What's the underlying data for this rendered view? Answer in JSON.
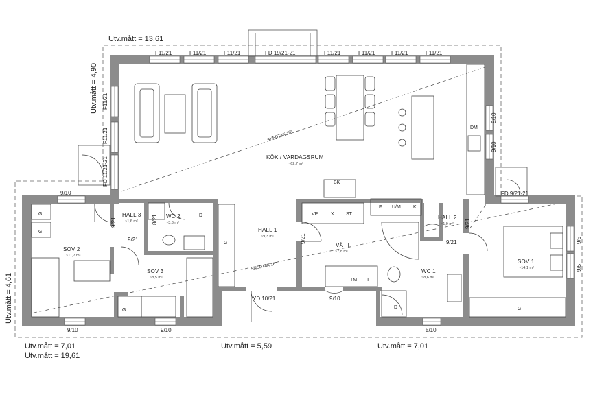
{
  "dimensions": {
    "top": "Utv.mått = 13,61",
    "left_upper": "Utv.mått = 4,90",
    "left_lower": "Utv.mått = 4,61",
    "bottom_left_a": "Utv.mått = 7,01",
    "bottom_left_b": "Utv.mått = 19,61",
    "bottom_center": "Utv.mått = 5,59",
    "bottom_right": "Utv.mått = 7,01"
  },
  "windows": {
    "f1121": "F11/21",
    "fd1921": "FD 19/21-21",
    "fd1121": "FD 11/21-21",
    "fd921": "FD 9/21-21",
    "w910": "9/10",
    "d921": "9/21",
    "d821": "8/21",
    "d510": "5/10",
    "yd": "YD 10/21",
    "w95": "9/5"
  },
  "rooms": {
    "kok": {
      "name": "KÖK / VARDAGSRUM",
      "area": "~62,7 m²"
    },
    "hall1": {
      "name": "HALL 1",
      "area": "~9,3 m²"
    },
    "hall2": {
      "name": "HALL 2",
      "area": "~1,9 m²"
    },
    "hall3": {
      "name": "HALL 3",
      "area": "~1,6 m²"
    },
    "wc1": {
      "name": "WC 1",
      "area": "~8,6 m²"
    },
    "wc2": {
      "name": "WC 2",
      "area": "~3,3 m²"
    },
    "sov1": {
      "name": "SOV 1",
      "area": "~14,1 m²"
    },
    "sov2": {
      "name": "SOV 2",
      "area": "~11,7 m²"
    },
    "sov3": {
      "name": "SOV 3",
      "area": "~8,5 m²"
    },
    "tvatt": {
      "name": "TVÄTT",
      "area": "~7,8 m²"
    }
  },
  "labels": {
    "snedtak10": "SNEDTAK 10°",
    "snedtak16": "SNEDTAK 16°",
    "bk": "BK",
    "dm": "DM",
    "vp": "VP",
    "x": "X",
    "st": "ST",
    "f": "F",
    "um": "U/M",
    "k": "K",
    "tm": "TM",
    "tt": "TT",
    "g": "G",
    "d": "D"
  }
}
